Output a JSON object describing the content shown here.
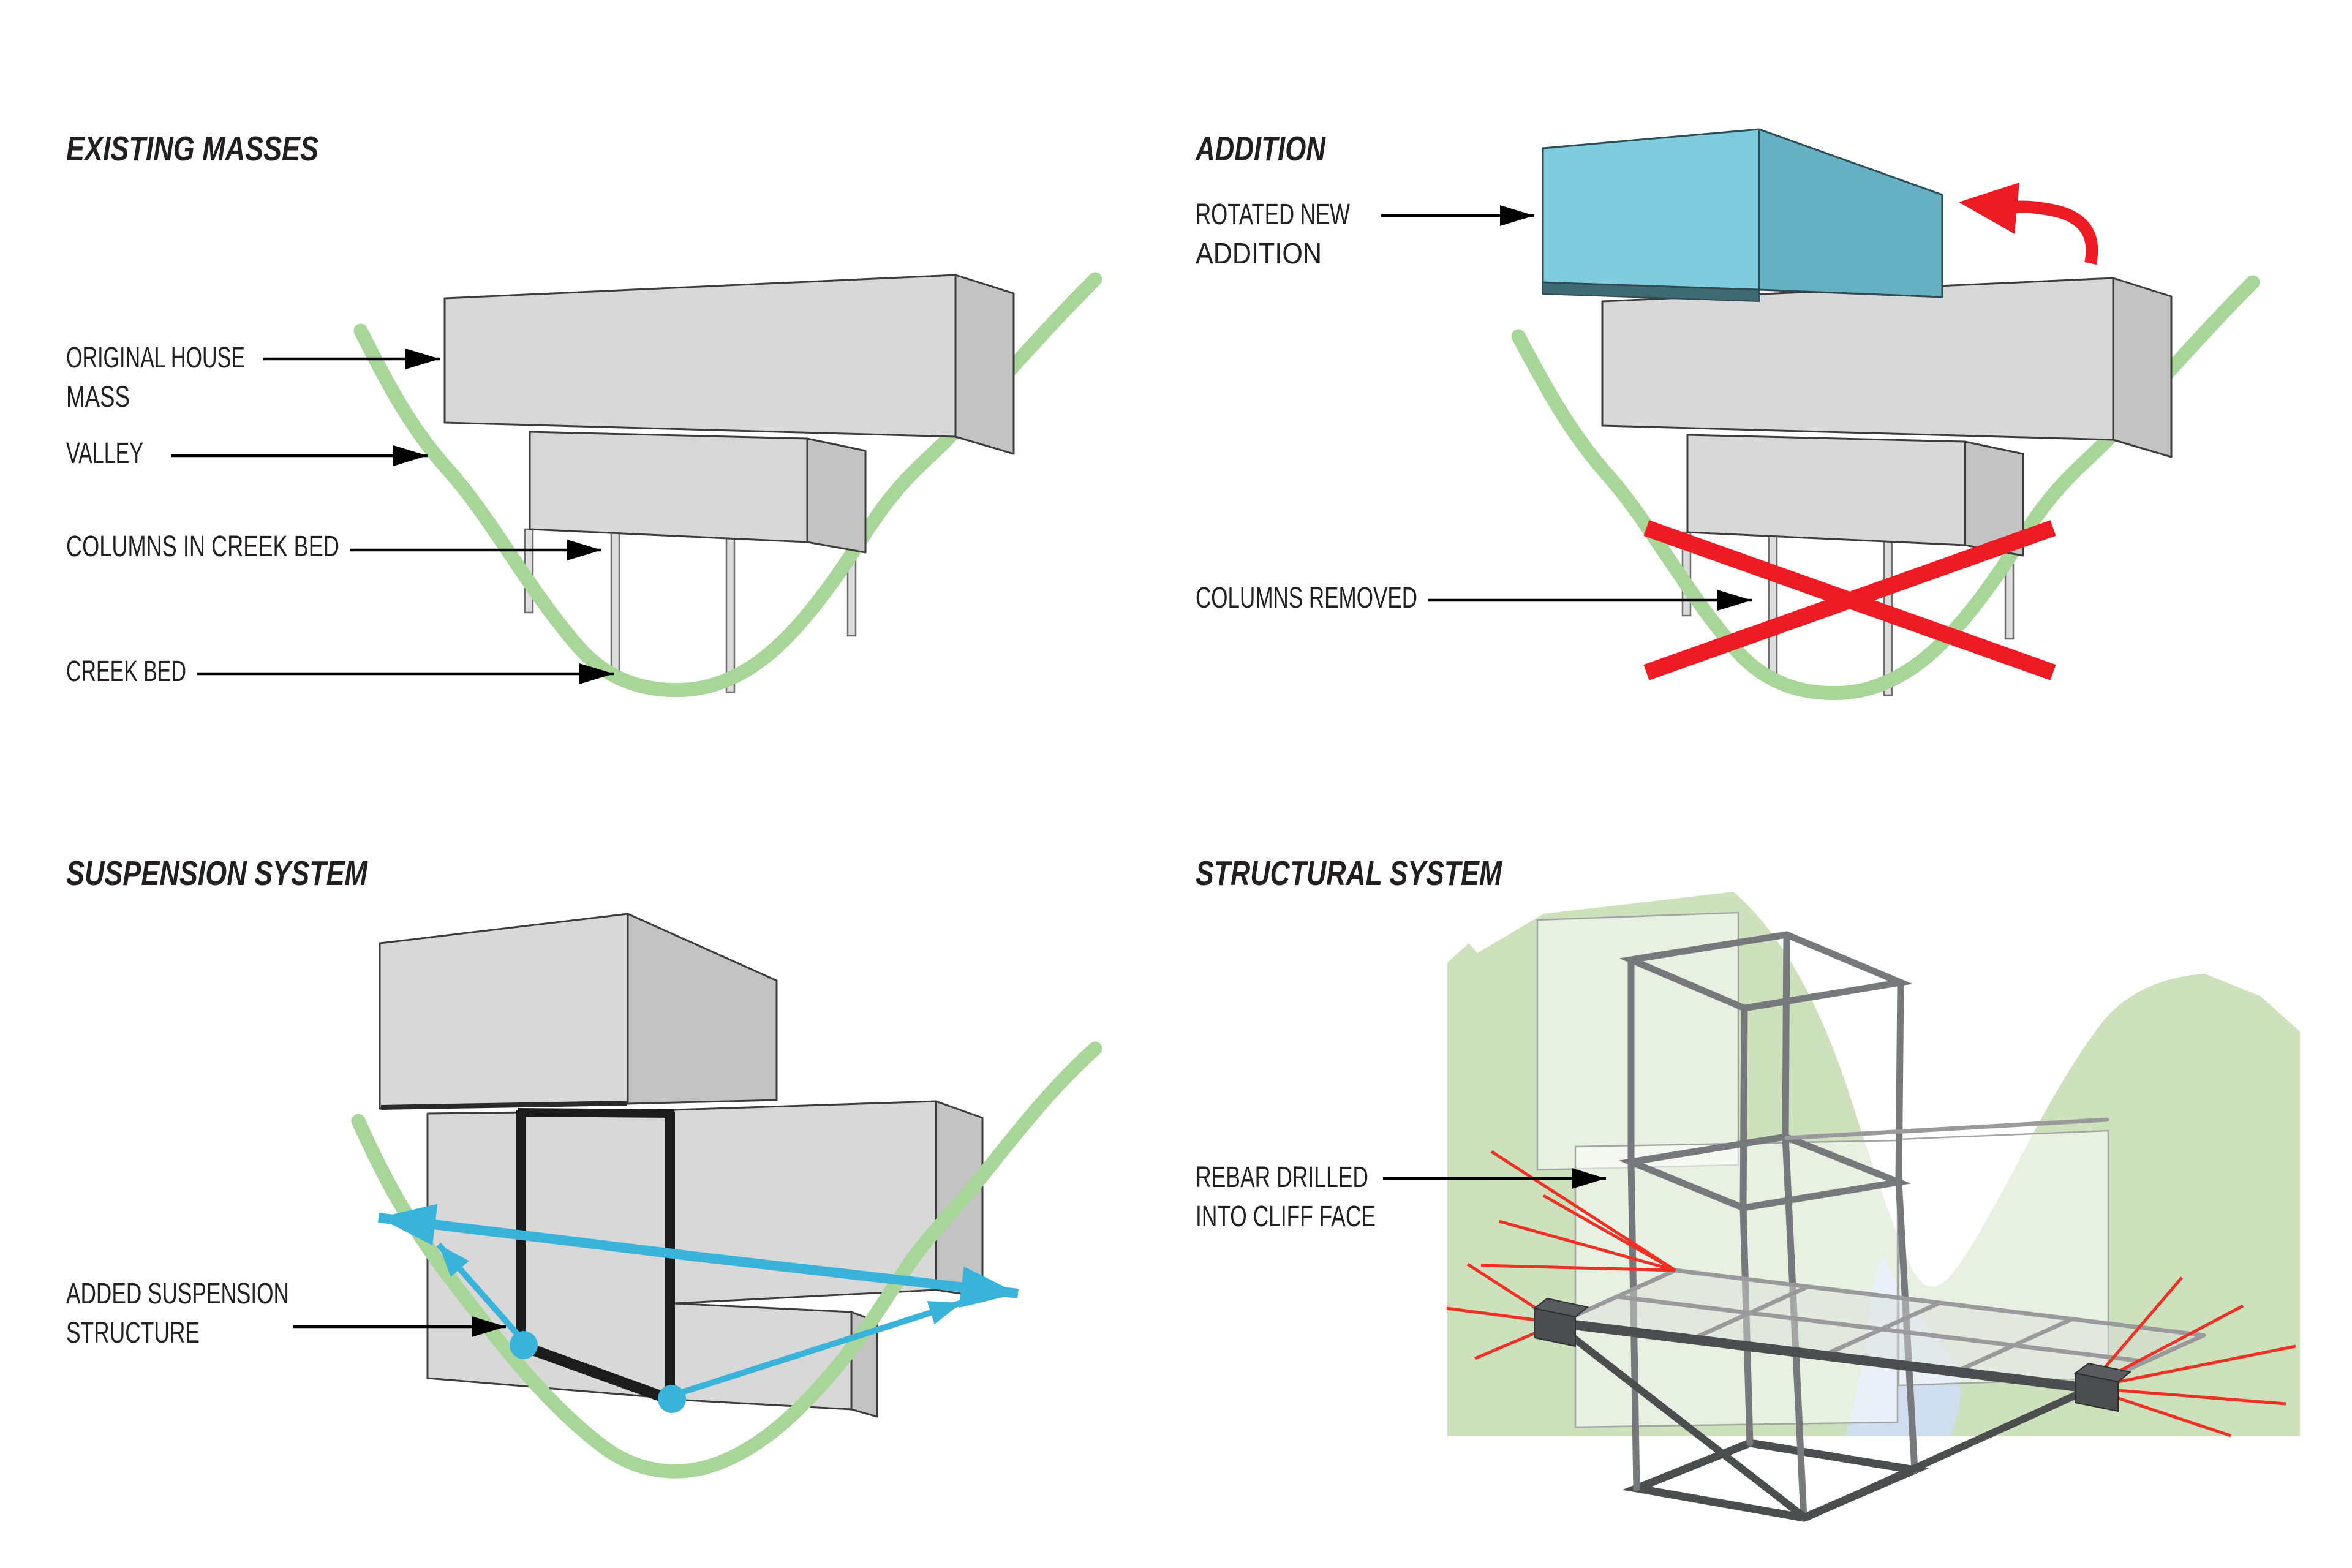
{
  "panels": [
    {
      "id": "existing-masses",
      "title": "EXISTING MASSES",
      "labels": [
        {
          "lines": [
            "ORIGINAL HOUSE",
            "MASS"
          ]
        },
        {
          "lines": [
            "VALLEY"
          ]
        },
        {
          "lines": [
            "COLUMNS IN CREEK BED"
          ]
        },
        {
          "lines": [
            "CREEK BED"
          ]
        }
      ]
    },
    {
      "id": "addition",
      "title": "ADDITION",
      "labels": [
        {
          "lines": [
            "ROTATED NEW",
            "ADDITION"
          ]
        },
        {
          "lines": [
            "COLUMNS REMOVED"
          ]
        }
      ]
    },
    {
      "id": "suspension-system",
      "title": "SUSPENSION SYSTEM",
      "labels": [
        {
          "lines": [
            "ADDED SUSPENSION",
            "STRUCTURE"
          ]
        }
      ]
    },
    {
      "id": "structural-system",
      "title": "STRUCTURAL SYSTEM",
      "labels": [
        {
          "lines": [
            "REBAR DRILLED",
            "INTO CLIFF FACE"
          ]
        }
      ]
    }
  ],
  "colors": {
    "text": "#231f20",
    "label_arrow_black": "#000000",
    "mass_front": "#d8d8d8",
    "mass_side": "#c3c3c4",
    "mass_outline": "#3c3c3c",
    "column_gray": "#dcdcdc",
    "valley_green": "#a8d598",
    "terrain_green": "#cde1bd",
    "addition_blue_front": "#7eccdd",
    "addition_blue_side": "#65b1c3",
    "addition_blue_bottom": "#3e6a74",
    "arrow_red": "#ed1c24",
    "rebar_red": "#ee3124",
    "suspension_blue": "#3ab3da",
    "frame_black": "#1c1c1c",
    "steel_dark": "#4c4d4f",
    "steel_mid": "#77787b",
    "steel_light": "#9a9a9c",
    "water_blue": "#cfdeee"
  }
}
